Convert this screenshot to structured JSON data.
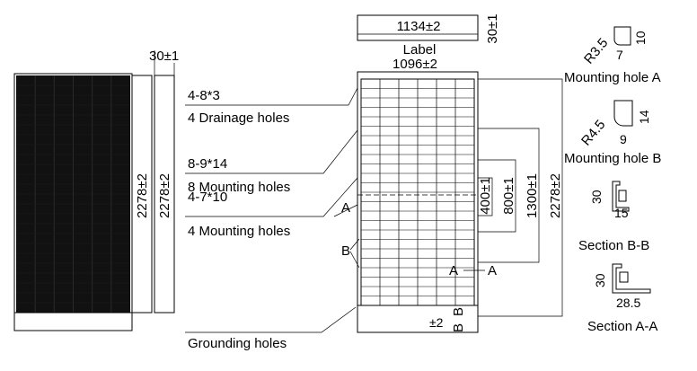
{
  "front_view": {
    "cell_color": "#111111",
    "height_dim": "2278±2"
  },
  "side_view": {
    "thickness_dim": "30±1",
    "height_dim": "2278±2"
  },
  "label_box": {
    "width_dim": "1134±2",
    "height_dim": "30±1",
    "caption": "Label"
  },
  "back_view": {
    "frame_width_dim": "1096±2",
    "height_dim": "2278±2",
    "spacing_dims": [
      "400±1",
      "800±1",
      "1300±1"
    ],
    "bottom_dim": "±2",
    "section_markers": [
      "A",
      "B",
      "A",
      "A",
      "B",
      "B"
    ]
  },
  "callouts": [
    {
      "spec": "4-8*3",
      "desc": "4 Drainage holes"
    },
    {
      "spec": "8-9*14",
      "desc": "8 Mounting holes"
    },
    {
      "spec": "4-7*10",
      "desc": "4 Mounting holes"
    },
    {
      "spec": "",
      "desc": "Grounding holes"
    }
  ],
  "details": {
    "hole_a": {
      "radius": "R3.5",
      "w": "7",
      "h": "10",
      "title": "Mounting hole A"
    },
    "hole_b": {
      "radius": "R4.5",
      "w": "9",
      "h": "14",
      "title": "Mounting hole B"
    },
    "section_bb": {
      "h": "30",
      "w": "15",
      "title": "Section B-B"
    },
    "section_aa": {
      "h": "30",
      "w": "28.5",
      "title": "Section A-A"
    }
  }
}
